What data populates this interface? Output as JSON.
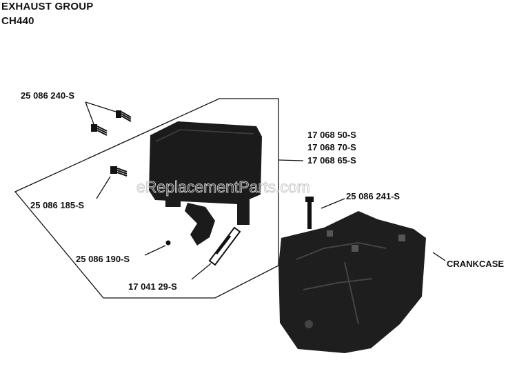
{
  "header": {
    "title": "EXHAUST GROUP",
    "model": "CH440"
  },
  "watermark": "eReplacementParts.com",
  "labels": {
    "screw_upper": "25 086 240-S",
    "screw_mid": "25 086 185-S",
    "nut": "25 086 190-S",
    "gasket": "17 041 29-S",
    "muffler_1": "17 068 50-S",
    "muffler_2": "17 068 70-S",
    "muffler_3": "17 068 65-S",
    "stud": "25 086 241-S",
    "crankcase": "CRANKCASE"
  }
}
